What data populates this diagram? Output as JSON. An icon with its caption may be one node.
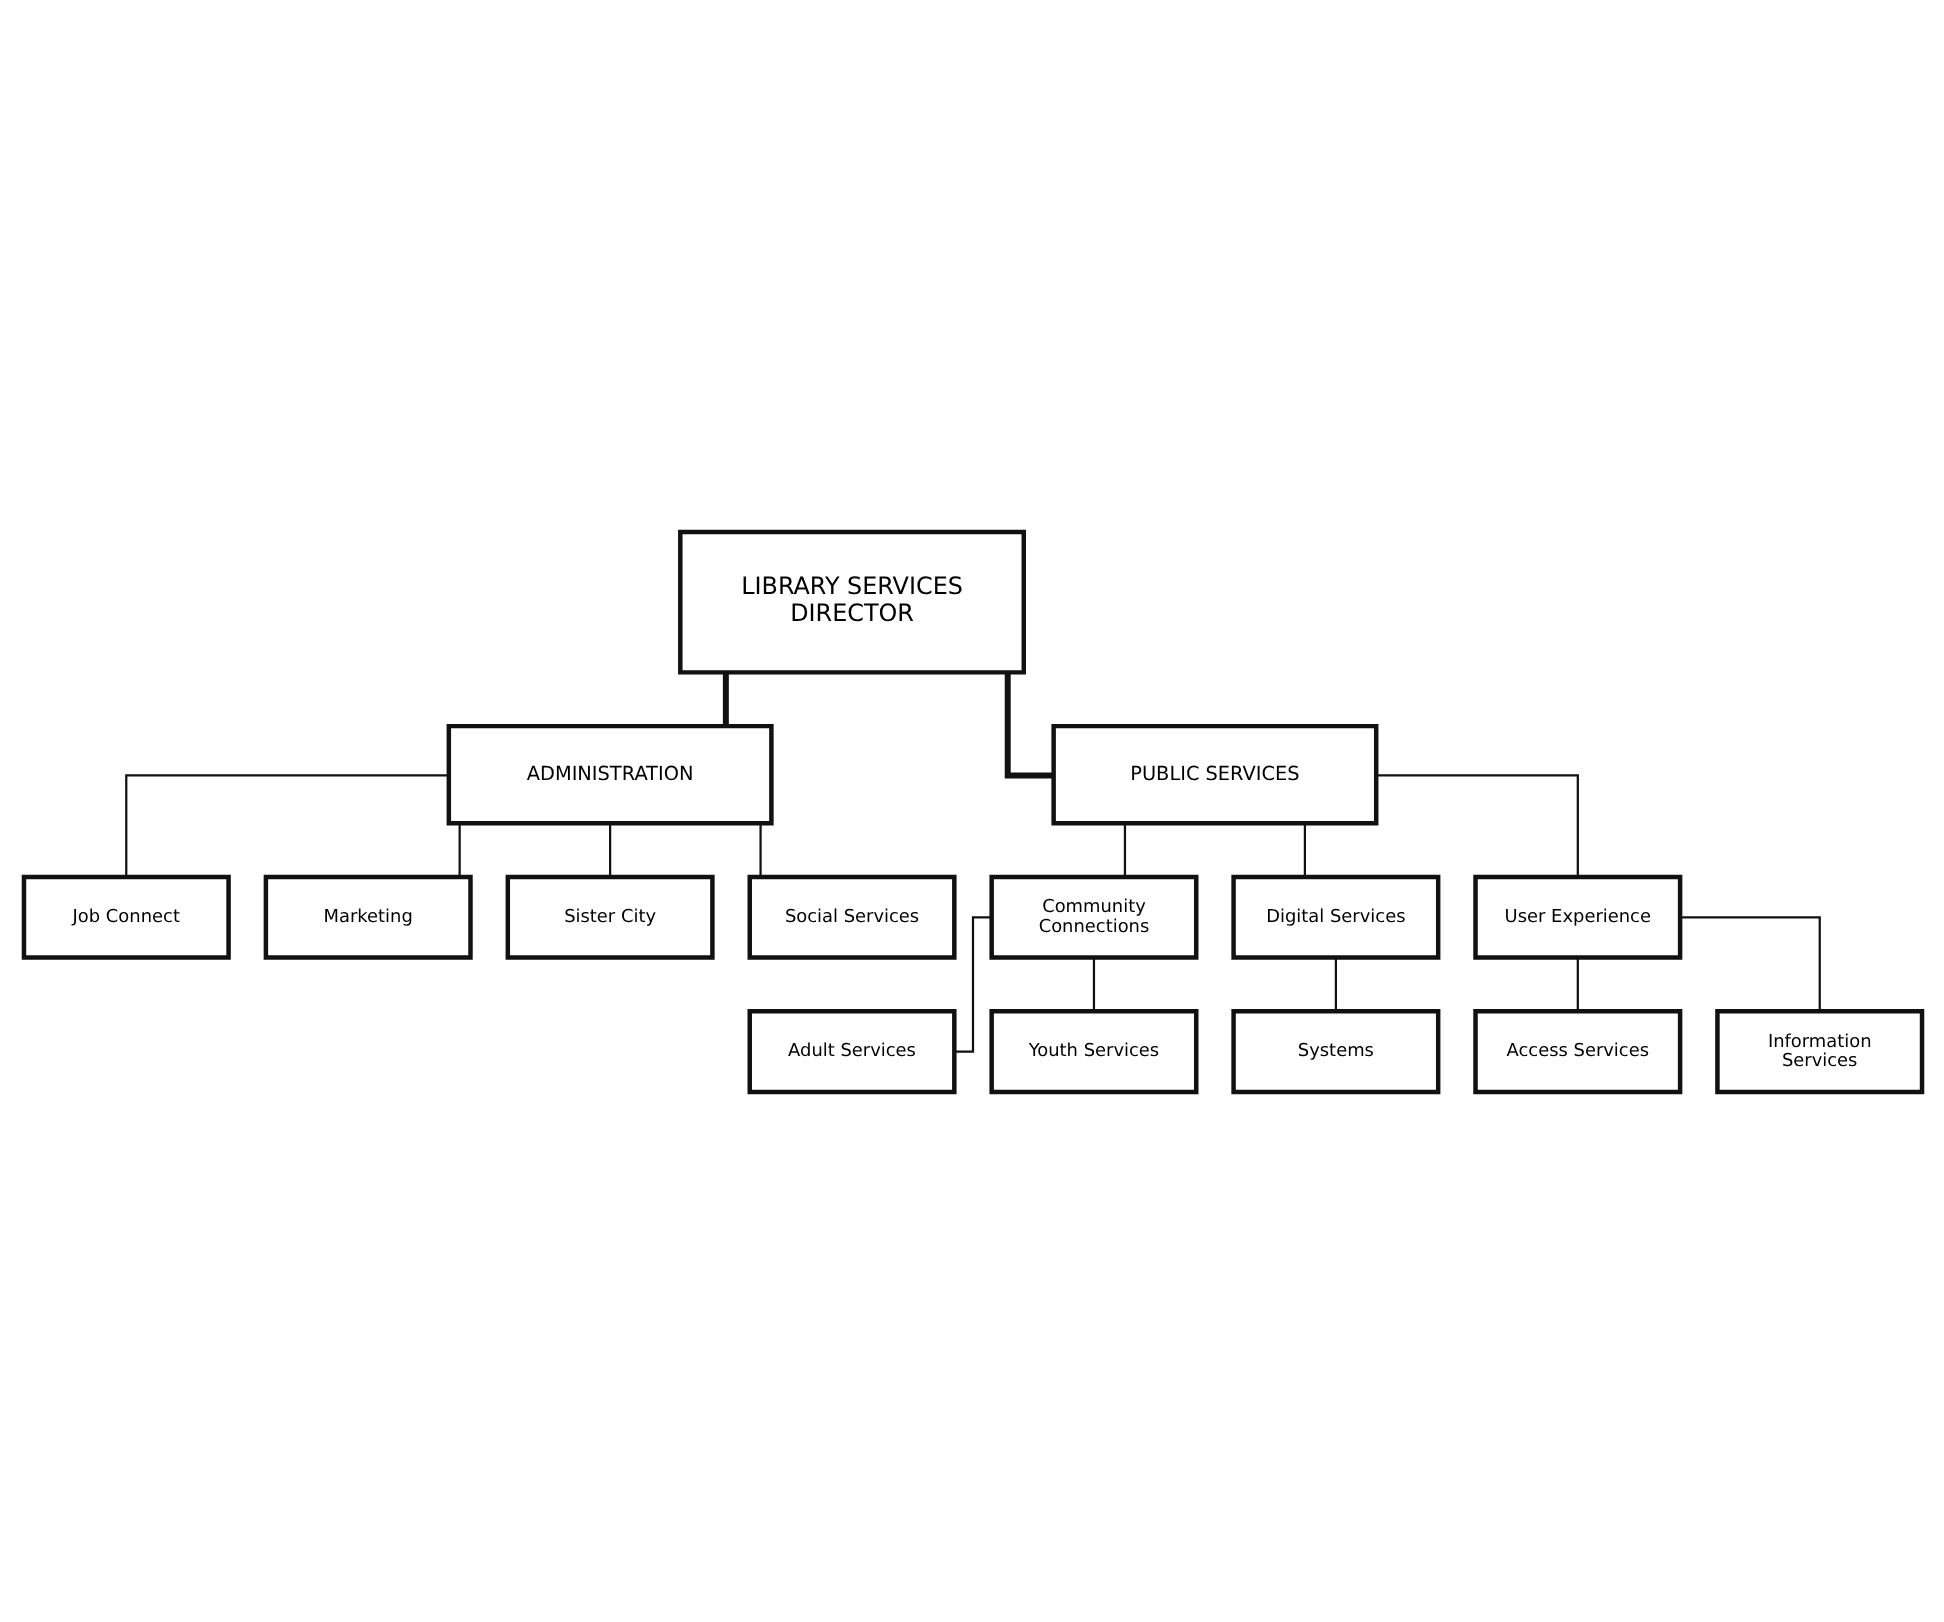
{
  "diagram": {
    "nodes": [
      {
        "text": [
          "LIBRARY SERVICES DIRECTOR"
        ]
      },
      {
        "text": [
          "ADMINISTRATION"
        ]
      },
      {
        "text": [
          "PUBLIC SERVICES"
        ]
      },
      {
        "text": [
          "Job Connect"
        ]
      },
      {
        "text": [
          "Marketing"
        ]
      },
      {
        "text": [
          "Sister City"
        ]
      },
      {
        "text": [
          "Social Services"
        ]
      },
      {
        "text": [
          "Community Connections"
        ]
      },
      {
        "text": [
          "Digital Services"
        ]
      },
      {
        "text": [
          "User Experience"
        ]
      },
      {
        "text": [
          "Adult Services"
        ]
      },
      {
        "text": [
          "Youth Services"
        ]
      },
      {
        "text": [
          "Systems"
        ]
      },
      {
        "text": [
          "Access Services"
        ]
      },
      {
        "text": [
          "Information Services"
        ]
      }
    ],
    "edges": [
      {
        "from": 0,
        "to": 1,
        "arrow": "none",
        "style": "thick"
      },
      {
        "from": 0,
        "to": 2,
        "arrow": "none",
        "style": "thick"
      },
      {
        "from": 1,
        "to": 3,
        "arrow": "none"
      },
      {
        "from": 1,
        "to": 4,
        "arrow": "none"
      },
      {
        "from": 1,
        "to": 5,
        "arrow": "none"
      },
      {
        "from": 1,
        "to": 6,
        "arrow": "none"
      },
      {
        "from": 2,
        "to": 7,
        "arrow": "none"
      },
      {
        "from": 2,
        "to": 8,
        "arrow": "none"
      },
      {
        "from": 2,
        "to": 9,
        "arrow": "none"
      },
      {
        "from": 7,
        "to": 10,
        "arrow": "none"
      },
      {
        "from": 7,
        "to": 11,
        "arrow": "none"
      },
      {
        "from": 8,
        "to": 12,
        "arrow": "none"
      },
      {
        "from": 9,
        "to": 13,
        "arrow": "none"
      },
      {
        "from": 9,
        "to": 14,
        "arrow": "none"
      }
    ]
  }
}
